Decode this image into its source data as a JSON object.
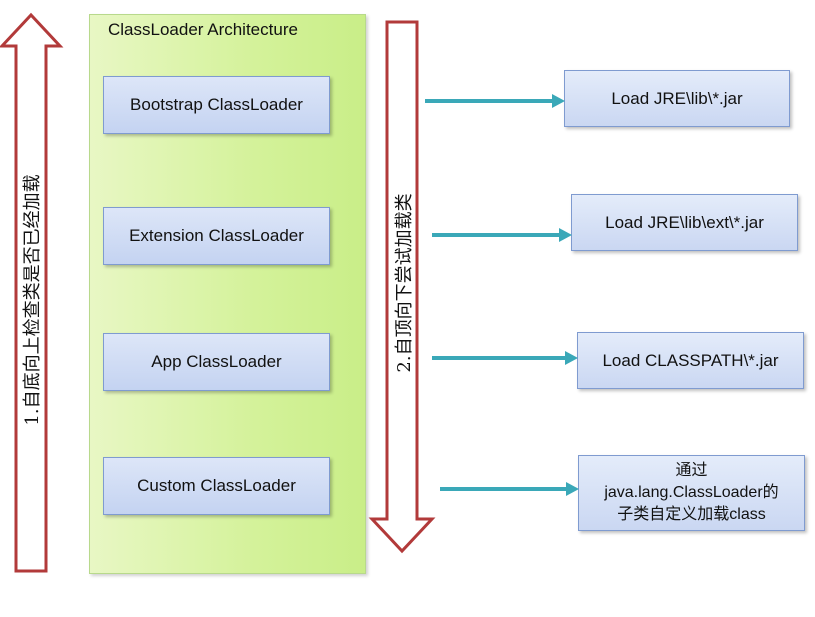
{
  "diagram": {
    "title": "ClassLoader Architecture",
    "loaders": [
      {
        "label": "Bootstrap ClassLoader"
      },
      {
        "label": "Extension ClassLoader"
      },
      {
        "label": "App ClassLoader"
      },
      {
        "label": "Custom ClassLoader"
      }
    ],
    "targets": [
      {
        "label": "Load JRE\\lib\\*.jar"
      },
      {
        "label": "Load JRE\\lib\\ext\\*.jar"
      },
      {
        "label": "Load CLASSPATH\\*.jar"
      },
      {
        "lines": [
          "通过",
          "java.lang.ClassLoader的",
          "子类自定义加载class"
        ]
      }
    ],
    "left_arrow_label": "1.自底向上检查类是否已经加载",
    "right_arrow_label": "2.自顶向下尝试加载类",
    "colors": {
      "panel_fill": "#d4f29a",
      "box_fill": "#c4d3f1",
      "box_border": "#7f9bd0",
      "big_arrow_stroke": "#b23a3a",
      "connector_arrow": "#3aa8b8"
    }
  }
}
